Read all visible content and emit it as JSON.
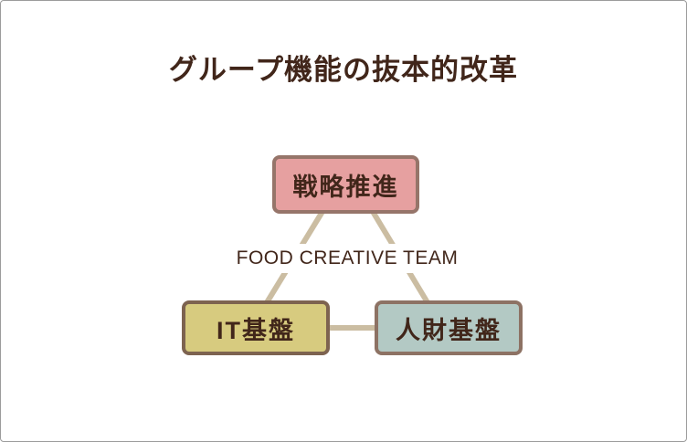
{
  "page": {
    "background": "#ffffff",
    "border_color": "#9b9b9b"
  },
  "title": {
    "text": "グループ機能の抜本的改革",
    "color": "#41261a"
  },
  "diagram": {
    "center_label": "FOOD CREATIVE TEAM",
    "center_label_color": "#41261a",
    "connector_color": "#cbbda2",
    "text_color": "#41261a",
    "boxes": [
      {
        "id": "strategy-promotion",
        "label": "戦略推進",
        "fill": "#e6a0a0",
        "border": "#96756a"
      },
      {
        "id": "it-foundation",
        "label": "IT基盤",
        "fill": "#d7cb7f",
        "border": "#7d6350"
      },
      {
        "id": "hr-foundation",
        "label": "人財基盤",
        "fill": "#b3c9c4",
        "border": "#8d7264"
      }
    ]
  }
}
